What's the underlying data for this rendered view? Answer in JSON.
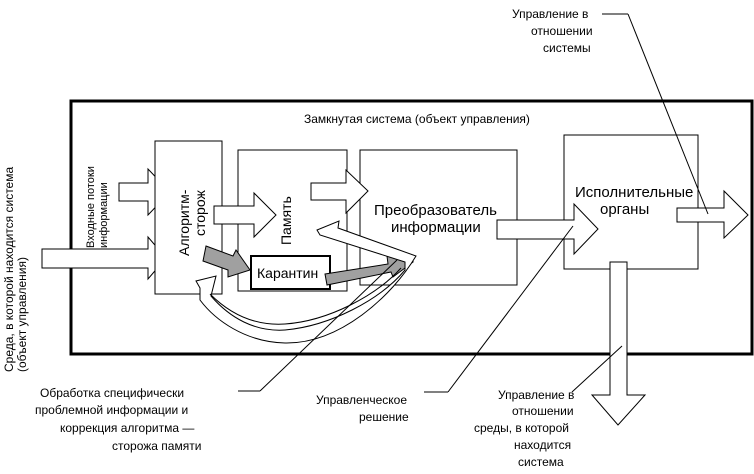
{
  "diagram": {
    "system_label": "Замкнутая система (объект управления)",
    "environment_label": [
      "Среда, в которой находится система",
      "(объект управления)"
    ],
    "input_streams_label": [
      "Входные потоки",
      "информации"
    ],
    "algorithm_guard_label": [
      "Алгоритм-",
      "сторож"
    ],
    "memory_label": "Память",
    "quarantine_label": "Карантин",
    "converter_label": [
      "Преобразователь",
      "информации"
    ],
    "executors_label": [
      "Исполнительные",
      "органы"
    ],
    "top_right_label": [
      "Управление в",
      "отношении",
      "системы"
    ],
    "bottom_right_label": [
      "Управление в",
      "отношении",
      "среды, в которой",
      "находится",
      "система"
    ],
    "decision_label": [
      "Управленческое",
      "решение"
    ],
    "processing_label": [
      "Обработка специфически",
      "проблемной информации и",
      "коррекция алгоритма —",
      "сторожа памяти"
    ]
  },
  "colors": {
    "line": "#000000",
    "gray_arrow": "#a0a0a0",
    "background": "#ffffff"
  }
}
